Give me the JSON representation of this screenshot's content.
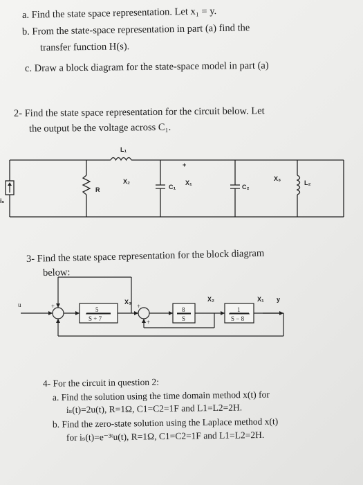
{
  "part1": {
    "a": "a.  Find the state space representation. Let x₁ = y.",
    "b": "b.  From the state-space representation in part (a) find the",
    "b2": "transfer function H(s).",
    "c": "c.  Draw a block diagram for the state-space model in part (a)"
  },
  "q2": {
    "line1": "2-  Find the state space representation for the circuit below. Let",
    "line2": "the output be the voltage across C₁."
  },
  "circuit": {
    "L1": "L₁",
    "R": "R",
    "x2": "X₂",
    "plus": "+",
    "C1": "C₁",
    "x1": "X₁",
    "C2": "C₂",
    "x3": "X₃",
    "L2": "L₂",
    "is": "iₛ"
  },
  "q3": {
    "line1": "3-  Find the state space representation for the block diagram",
    "line2": "below:"
  },
  "block": {
    "u": "u",
    "g1_num": "5",
    "g1_den": "S + 7",
    "x3": "X₃",
    "g2_num": "8",
    "g2_den": "S",
    "x2": "X₂",
    "g3_num": "1",
    "g3_den": "S − 8",
    "x1": "X₁",
    "y": "y"
  },
  "q4": {
    "line1": "4-  For the circuit in question 2:",
    "a1": "a.  Find the solution using the time domain method x(t) for",
    "a2": "iₛ(t)=2u(t), R=1Ω, C1=C2=1F and L1=L2=2H.",
    "b1": "b.  Find the zero-state solution using the Laplace method x(t)",
    "b2": "for iₛ(t)=e⁻³ᵗu(t), R=1Ω, C1=C2=1F and L1=L2=2H."
  }
}
